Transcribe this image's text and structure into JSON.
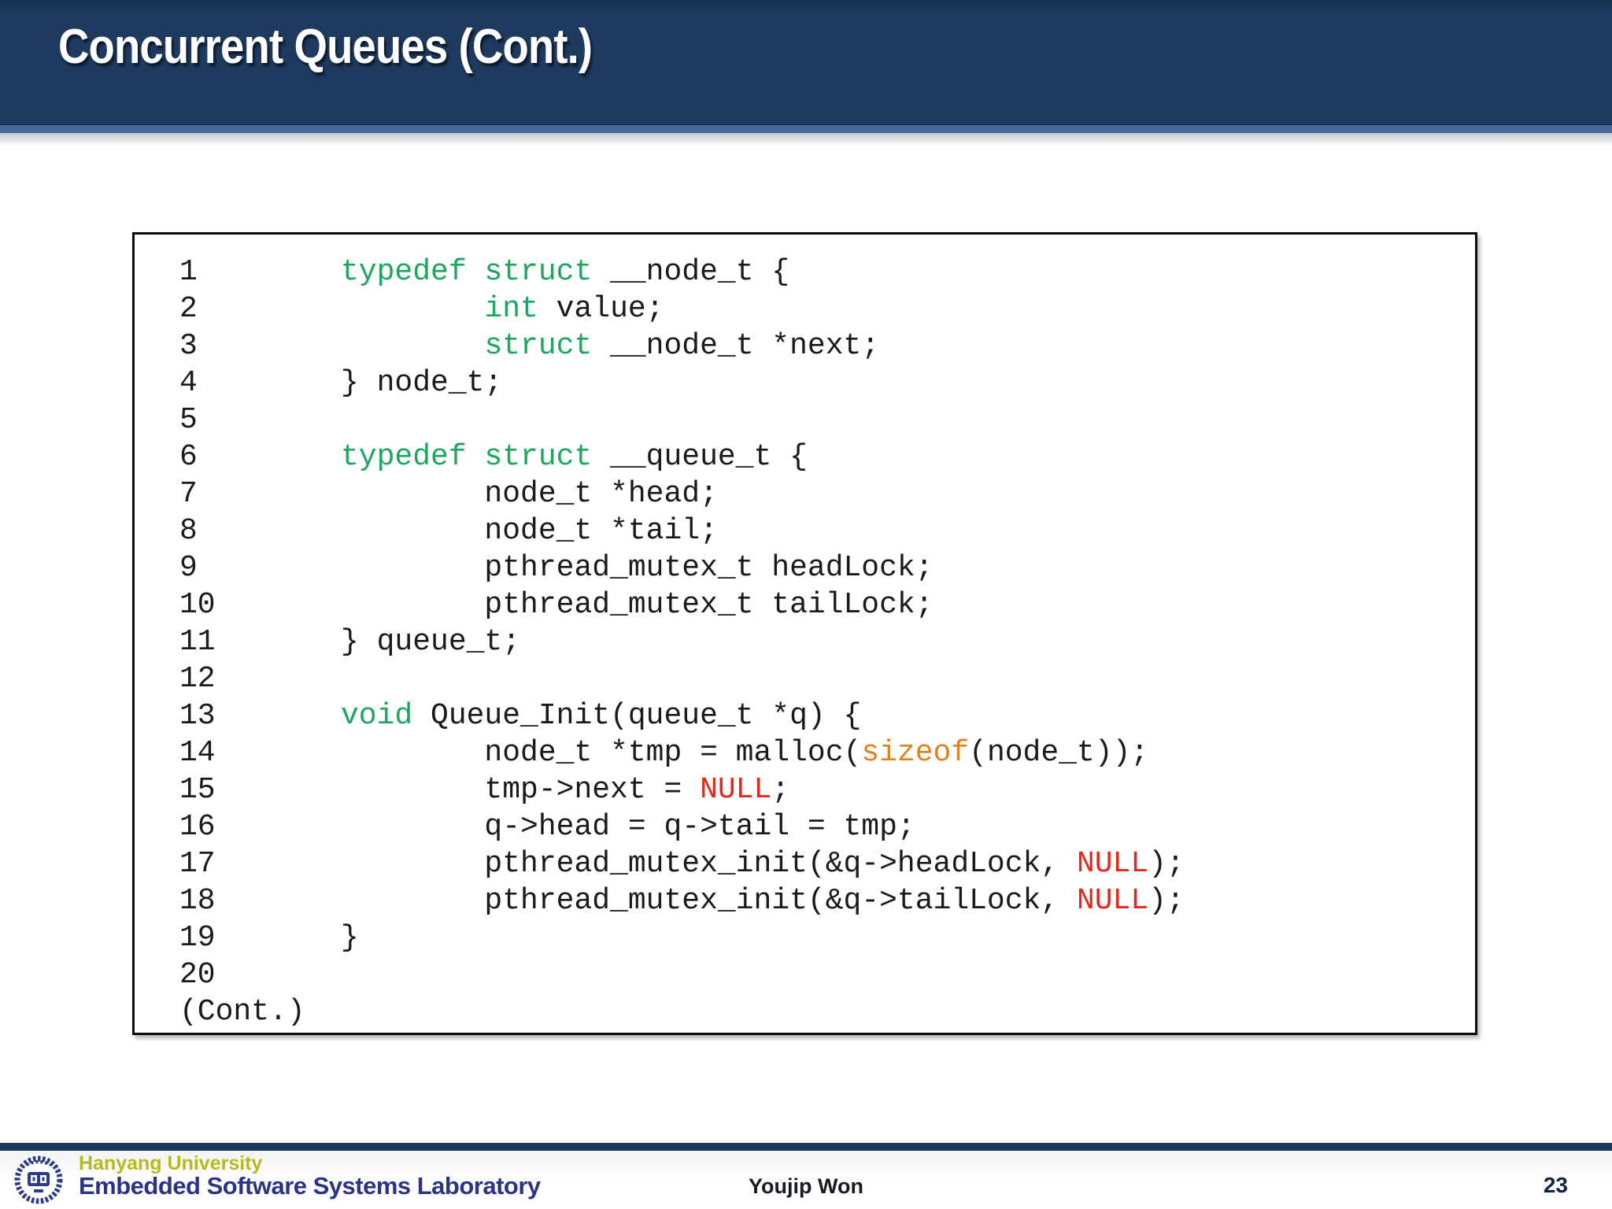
{
  "slide": {
    "title": "Concurrent Queues (Cont.)"
  },
  "colors": {
    "header_navy": "#1e3a5f",
    "header_strip_blue": "#47699a",
    "footer_bar_navy": "#22395c",
    "university_yellow_green": "#b5ba1d",
    "lab_navy": "#2b3484",
    "code_keyword_green": "#1ea55e",
    "code_constant_red": "#e3271d",
    "code_operator_orange": "#e2821f",
    "code_plain_black": "#1a1a1a"
  },
  "code_block": {
    "syntax_colors": {
      "keyword": "#1ea55e",
      "constant": "#e3271d",
      "operator": "#e2821f",
      "plain": "#1a1a1a"
    },
    "lines": [
      {
        "no": "1",
        "segments": [
          {
            "text": "typedef struct ",
            "color": "keyword"
          },
          {
            "text": "__node_t {",
            "color": "plain"
          }
        ]
      },
      {
        "no": "2",
        "segments": [
          {
            "text": "        ",
            "color": "plain"
          },
          {
            "text": "int",
            "color": "keyword"
          },
          {
            "text": " value;",
            "color": "plain"
          }
        ]
      },
      {
        "no": "3",
        "segments": [
          {
            "text": "        ",
            "color": "plain"
          },
          {
            "text": "struct",
            "color": "keyword"
          },
          {
            "text": " __node_t *next;",
            "color": "plain"
          }
        ]
      },
      {
        "no": "4",
        "segments": [
          {
            "text": "} node_t;",
            "color": "plain"
          }
        ]
      },
      {
        "no": "5",
        "segments": []
      },
      {
        "no": "6",
        "segments": [
          {
            "text": "typedef struct ",
            "color": "keyword"
          },
          {
            "text": "__queue_t {",
            "color": "plain"
          }
        ]
      },
      {
        "no": "7",
        "segments": [
          {
            "text": "        node_t *head;",
            "color": "plain"
          }
        ]
      },
      {
        "no": "8",
        "segments": [
          {
            "text": "        node_t *tail;",
            "color": "plain"
          }
        ]
      },
      {
        "no": "9",
        "segments": [
          {
            "text": "        pthread_mutex_t headLock;",
            "color": "plain"
          }
        ]
      },
      {
        "no": "10",
        "segments": [
          {
            "text": "        pthread_mutex_t tailLock;",
            "color": "plain"
          }
        ]
      },
      {
        "no": "11",
        "segments": [
          {
            "text": "} queue_t;",
            "color": "plain"
          }
        ]
      },
      {
        "no": "12",
        "segments": []
      },
      {
        "no": "13",
        "segments": [
          {
            "text": "void",
            "color": "keyword"
          },
          {
            "text": " Queue_Init(queue_t *q) {",
            "color": "plain"
          }
        ]
      },
      {
        "no": "14",
        "segments": [
          {
            "text": "        node_t *tmp = malloc(",
            "color": "plain"
          },
          {
            "text": "sizeof",
            "color": "operator"
          },
          {
            "text": "(node_t));",
            "color": "plain"
          }
        ]
      },
      {
        "no": "15",
        "segments": [
          {
            "text": "        tmp->next = ",
            "color": "plain"
          },
          {
            "text": "NULL",
            "color": "constant"
          },
          {
            "text": ";",
            "color": "plain"
          }
        ]
      },
      {
        "no": "16",
        "segments": [
          {
            "text": "        q->head = q->tail = tmp;",
            "color": "plain"
          }
        ]
      },
      {
        "no": "17",
        "segments": [
          {
            "text": "        pthread_mutex_init(&q->headLock, ",
            "color": "plain"
          },
          {
            "text": "NULL",
            "color": "constant"
          },
          {
            "text": ");",
            "color": "plain"
          }
        ]
      },
      {
        "no": "18",
        "segments": [
          {
            "text": "        pthread_mutex_init(&q->tailLock, ",
            "color": "plain"
          },
          {
            "text": "NULL",
            "color": "constant"
          },
          {
            "text": ");",
            "color": "plain"
          }
        ]
      },
      {
        "no": "19",
        "segments": [
          {
            "text": "}",
            "color": "plain"
          }
        ]
      },
      {
        "no": "20",
        "segments": []
      },
      {
        "no": "",
        "segments": [
          {
            "text": "(Cont.)",
            "color": "plain"
          }
        ]
      }
    ]
  },
  "footer": {
    "logo_icon": "hanyang-university-emblem",
    "university": "Hanyang University",
    "lab": "Embedded Software Systems Laboratory",
    "author": "Youjip Won",
    "page_number": "23"
  }
}
